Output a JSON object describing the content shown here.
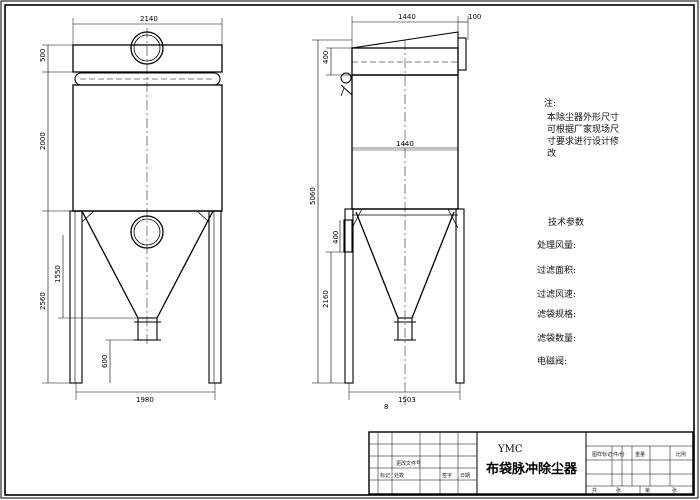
{
  "front_view": {
    "top_width": "2140",
    "inlet_height": "500",
    "body_height": "2000",
    "hopper_height": "1550",
    "leg_height": "2560",
    "outlet_height": "600",
    "base_width": "1980"
  },
  "side_view": {
    "top_width": "1440",
    "offset": "100",
    "top_height": "400",
    "mid_width": "1440",
    "total_height": "5060",
    "flange": "400",
    "lower_height": "2160",
    "base_width": "1503",
    "centre_mark": "8"
  },
  "note": {
    "label": "注:",
    "lines": [
      "本除尘器外形尺寸",
      "可根据厂家现场尺",
      "寸要求进行设计修",
      "改"
    ]
  },
  "tech": {
    "heading": "技术参数",
    "params": [
      "处理风量:",
      "过滤面积:",
      "过滤风速:",
      "滤袋规格:",
      "滤袋数量:",
      "电磁阀:"
    ]
  },
  "title_block": {
    "code": "YMC",
    "title": "布袋脉冲除尘器",
    "small_labels": [
      "图样标记",
      "件/份",
      "重量",
      "比例",
      "共",
      "张",
      "第",
      "张"
    ],
    "row_labels": [
      "标记",
      "处数",
      "更改文件号",
      "签字",
      "日期"
    ]
  }
}
